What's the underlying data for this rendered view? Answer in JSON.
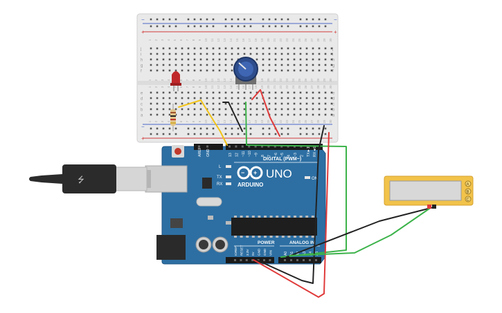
{
  "arduino": {
    "brand": "ARDUINO",
    "model": "UNO",
    "digital_header": "DIGITAL (PWM~)",
    "power_header": "POWER",
    "analog_header": "ANALOG IN",
    "led_labels": [
      "L",
      "TX",
      "RX"
    ],
    "on_label": "ON",
    "digital_pins": [
      "AREF",
      "GND",
      "13",
      "12",
      "~11",
      "~10",
      "~9",
      "8",
      "7",
      "~6",
      "~5",
      "4",
      "~3",
      "2",
      "TX►1",
      "RX◄0"
    ],
    "power_pins": [
      "IOREF",
      "RESET",
      "3.3V",
      "5V",
      "GND",
      "GND",
      "VIN"
    ],
    "analog_pins": [
      "A0",
      "A1",
      "A2",
      "A3",
      "A4",
      "A5"
    ]
  },
  "breadboard": {
    "row_letters_top": [
      "j",
      "i",
      "h",
      "g",
      "f"
    ],
    "row_letters_bottom": [
      "e",
      "d",
      "c",
      "b",
      "a"
    ],
    "rail_plus": "+",
    "rail_minus": "−",
    "column_numbers": [
      "1",
      "2",
      "3",
      "4",
      "5",
      "6",
      "7",
      "8",
      "9",
      "10",
      "11",
      "12",
      "13",
      "14",
      "15",
      "16",
      "17",
      "18",
      "19",
      "20",
      "21",
      "22",
      "23",
      "24",
      "25",
      "26",
      "27",
      "28",
      "29",
      "30"
    ]
  },
  "lcd": {
    "buttons": [
      "A",
      "B",
      "C"
    ]
  },
  "colors": {
    "board": "#2d6fa3",
    "wire_red": "#e03a3a",
    "wire_black": "#222222",
    "wire_green": "#3cb34a",
    "wire_yellow": "#f2c418",
    "lcd_frame": "#f2c34a",
    "lcd_screen": "#d8d8d8"
  }
}
